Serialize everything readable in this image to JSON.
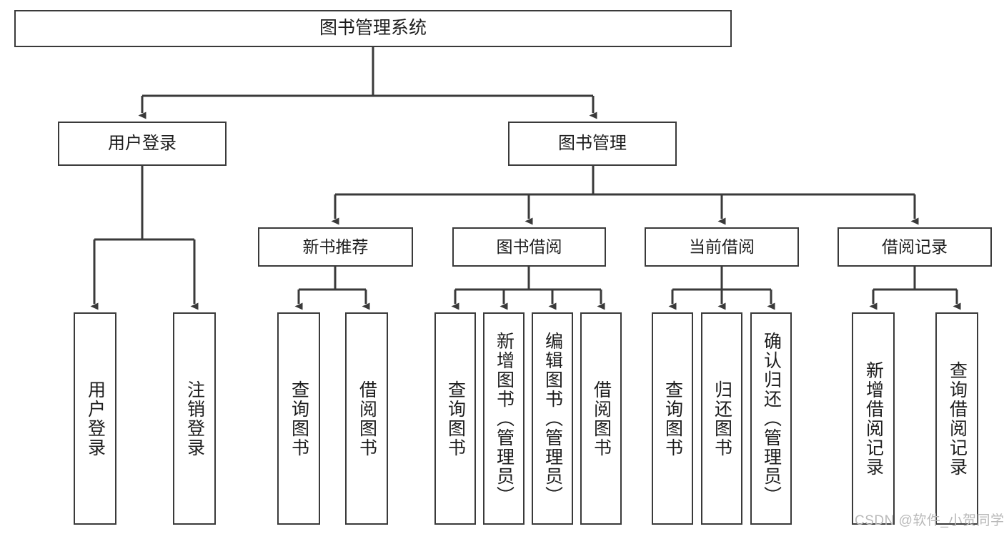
{
  "diagram": {
    "type": "tree-hierarchy",
    "title": "图书管理系统",
    "root": {
      "label": "图书管理系统"
    },
    "level2": [
      {
        "id": "user-login",
        "label": "用户登录"
      },
      {
        "id": "book-management",
        "label": "图书管理"
      }
    ],
    "level3": [
      {
        "id": "new-book-recommend",
        "label": "新书推荐",
        "parent": "book-management"
      },
      {
        "id": "book-borrow",
        "label": "图书借阅",
        "parent": "book-management"
      },
      {
        "id": "current-borrow",
        "label": "当前借阅",
        "parent": "book-management"
      },
      {
        "id": "borrow-record",
        "label": "借阅记录",
        "parent": "book-management"
      }
    ],
    "leaves": {
      "user-login": [
        {
          "id": "leaf-user-login",
          "label": "用户登录"
        },
        {
          "id": "leaf-user-logout",
          "label": "注销登录"
        }
      ],
      "new-book-recommend": [
        {
          "id": "leaf-query-book-1",
          "label": "查询图书"
        },
        {
          "id": "leaf-borrow-book-1",
          "label": "借阅图书"
        }
      ],
      "book-borrow": [
        {
          "id": "leaf-query-book-2",
          "label": "查询图书"
        },
        {
          "id": "leaf-add-book",
          "label": "新增图书（管理员）"
        },
        {
          "id": "leaf-edit-book",
          "label": "编辑图书（管理员）"
        },
        {
          "id": "leaf-borrow-book-2",
          "label": "借阅图书"
        }
      ],
      "current-borrow": [
        {
          "id": "leaf-query-book-3",
          "label": "查询图书"
        },
        {
          "id": "leaf-return-book",
          "label": "归还图书"
        },
        {
          "id": "leaf-confirm-return",
          "label": "确认归还（管理员）"
        }
      ],
      "borrow-record": [
        {
          "id": "leaf-add-record",
          "label": "新增借阅记录"
        },
        {
          "id": "leaf-query-record",
          "label": "查询借阅记录"
        }
      ]
    }
  },
  "watermark": {
    "text": "CSDN @软件_小贺同学"
  },
  "colors": {
    "stroke": "#3a3a3a",
    "background": "#ffffff",
    "text": "#1d1d1d",
    "watermark": "#b9b9b9"
  }
}
